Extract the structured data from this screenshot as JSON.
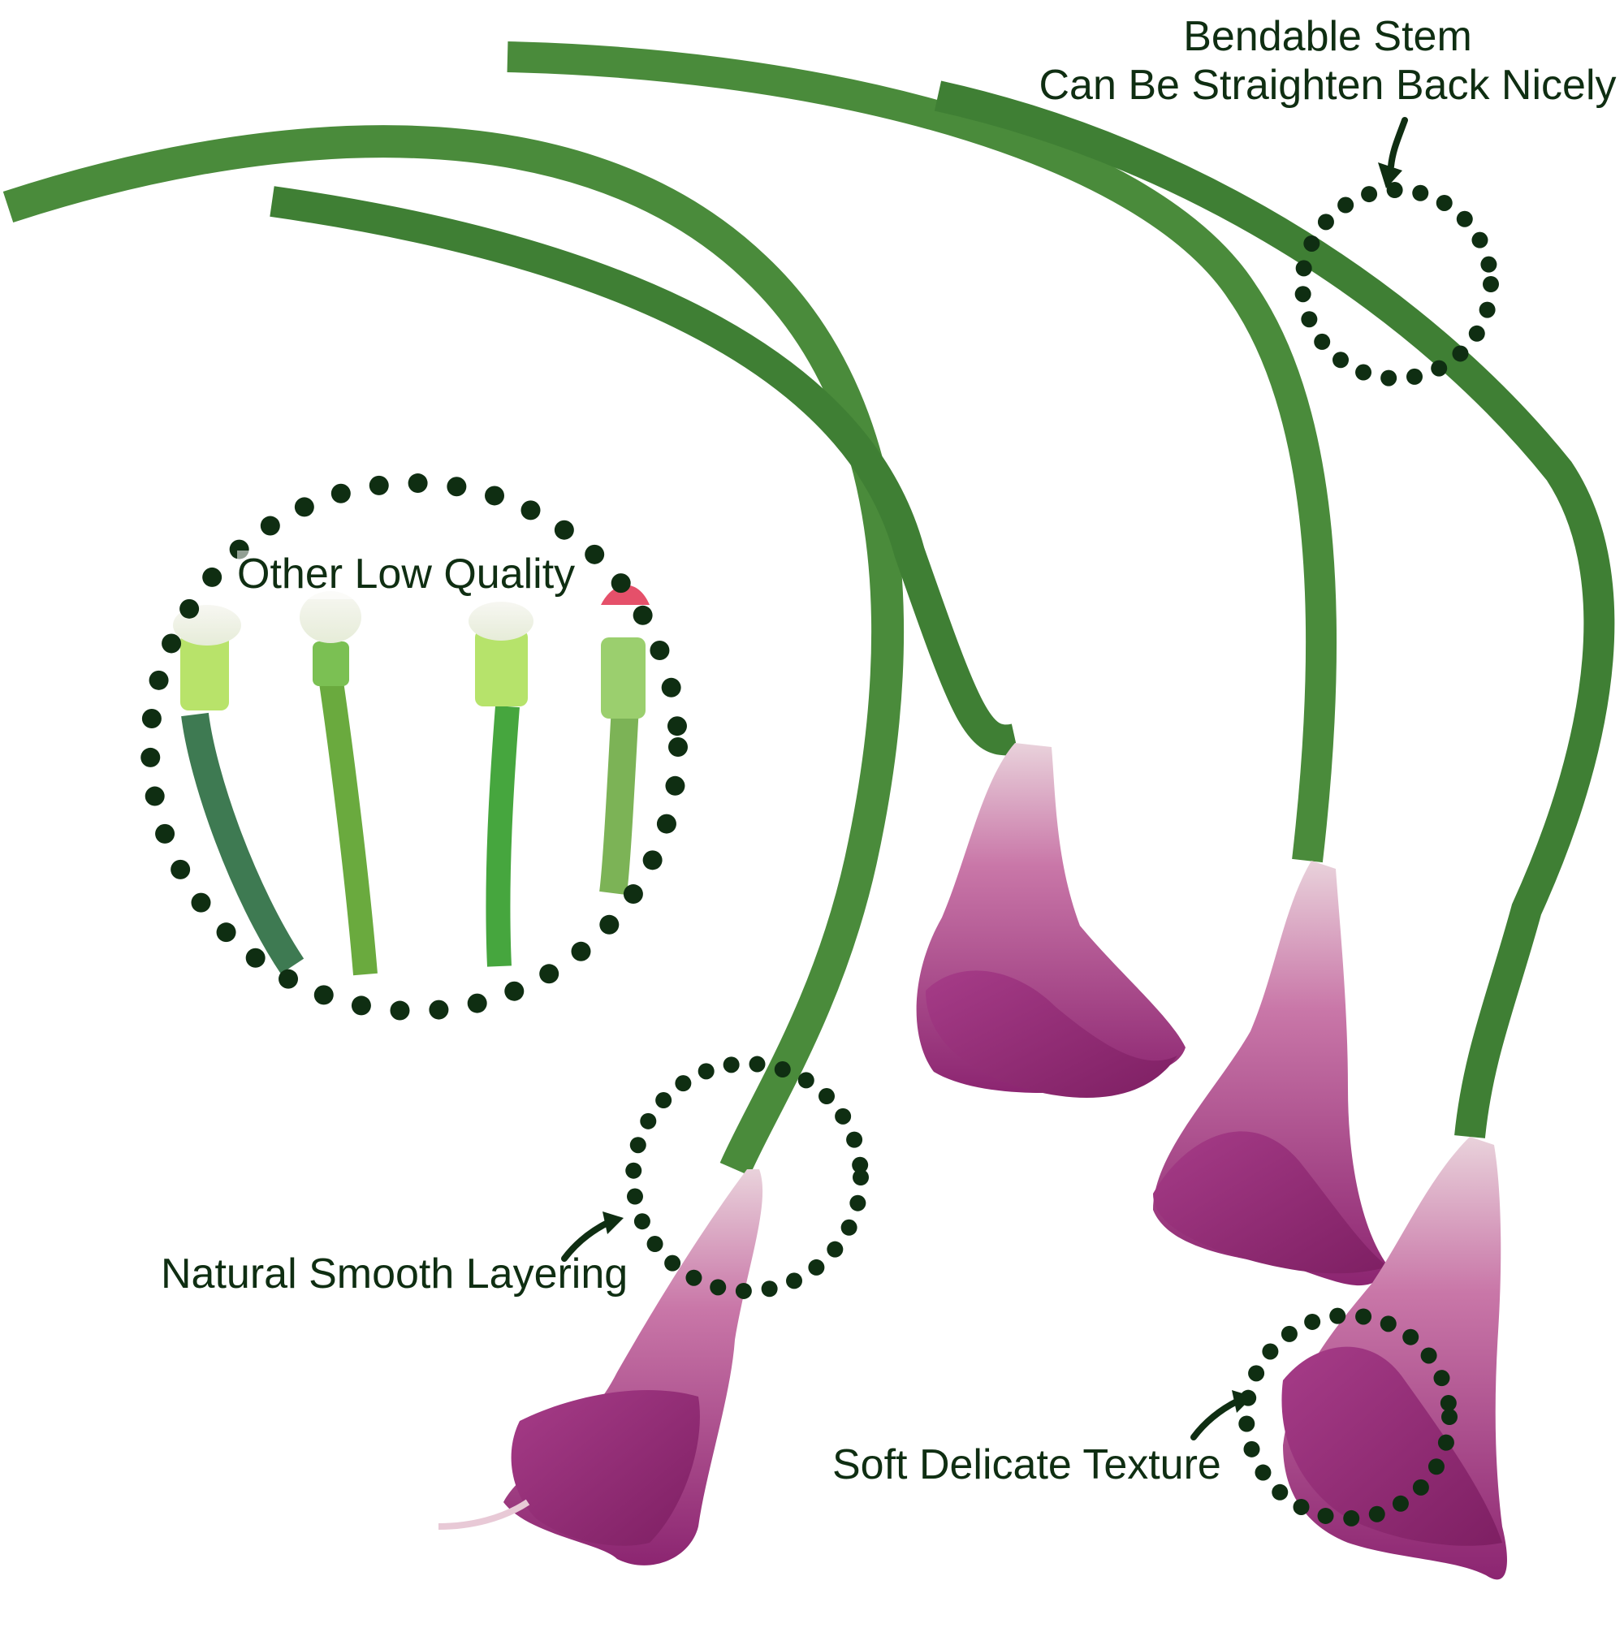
{
  "annotations": {
    "bendable_title": "Bendable Stem",
    "bendable_subtitle": "Can Be Straighten Back Nicely",
    "other_low_quality": "Other Low Quality",
    "natural_smooth": "Natural Smooth Layering",
    "soft_delicate": "Soft Delicate Texture"
  },
  "colors": {
    "label_text": "#0f2e12",
    "dotted_circle": "#0f2e12",
    "stem_green": "#4f8f3e",
    "stem_light": "#7fb063",
    "petal_purple": "#9a2f7e",
    "petal_light": "#e8c9d6",
    "background": "#ffffff"
  }
}
